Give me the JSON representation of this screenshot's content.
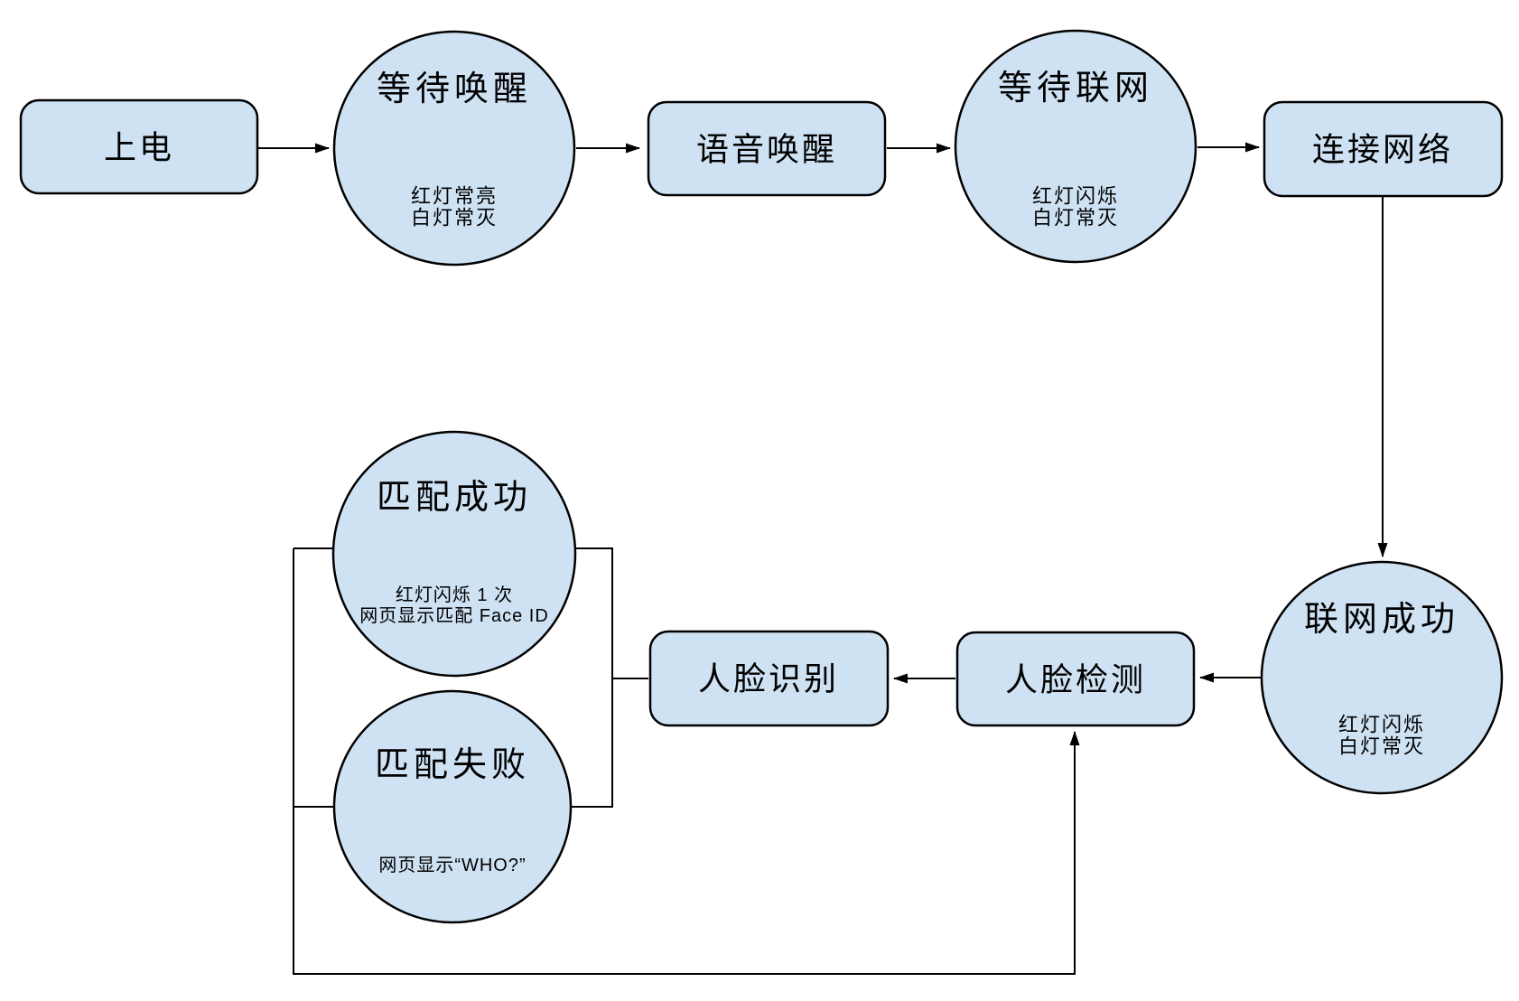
{
  "colors": {
    "node_fill": "#cfe2f3",
    "node_stroke": "#000000",
    "connector": "#000000",
    "background": "#ffffff"
  },
  "nodes": {
    "power_on": {
      "label": "上电"
    },
    "wait_wake": {
      "title": "等待唤醒",
      "status_line1": "红灯常亮",
      "status_line2": "白灯常灭"
    },
    "voice_wake": {
      "label": "语音唤醒"
    },
    "wait_network": {
      "title": "等待联网",
      "status_line1": "红灯闪烁",
      "status_line2": "白灯常灭"
    },
    "connect_network": {
      "label": "连接网络"
    },
    "network_success": {
      "title": "联网成功",
      "status_line1": "红灯闪烁",
      "status_line2": "白灯常灭"
    },
    "face_detect": {
      "label": "人脸检测"
    },
    "face_recognize": {
      "label": "人脸识别"
    },
    "match_success": {
      "title": "匹配成功",
      "status_line1": "红灯闪烁 1 次",
      "status_line2": "网页显示匹配 Face ID"
    },
    "match_fail": {
      "title": "匹配失败",
      "status_line1": "网页显示“WHO?”"
    }
  }
}
